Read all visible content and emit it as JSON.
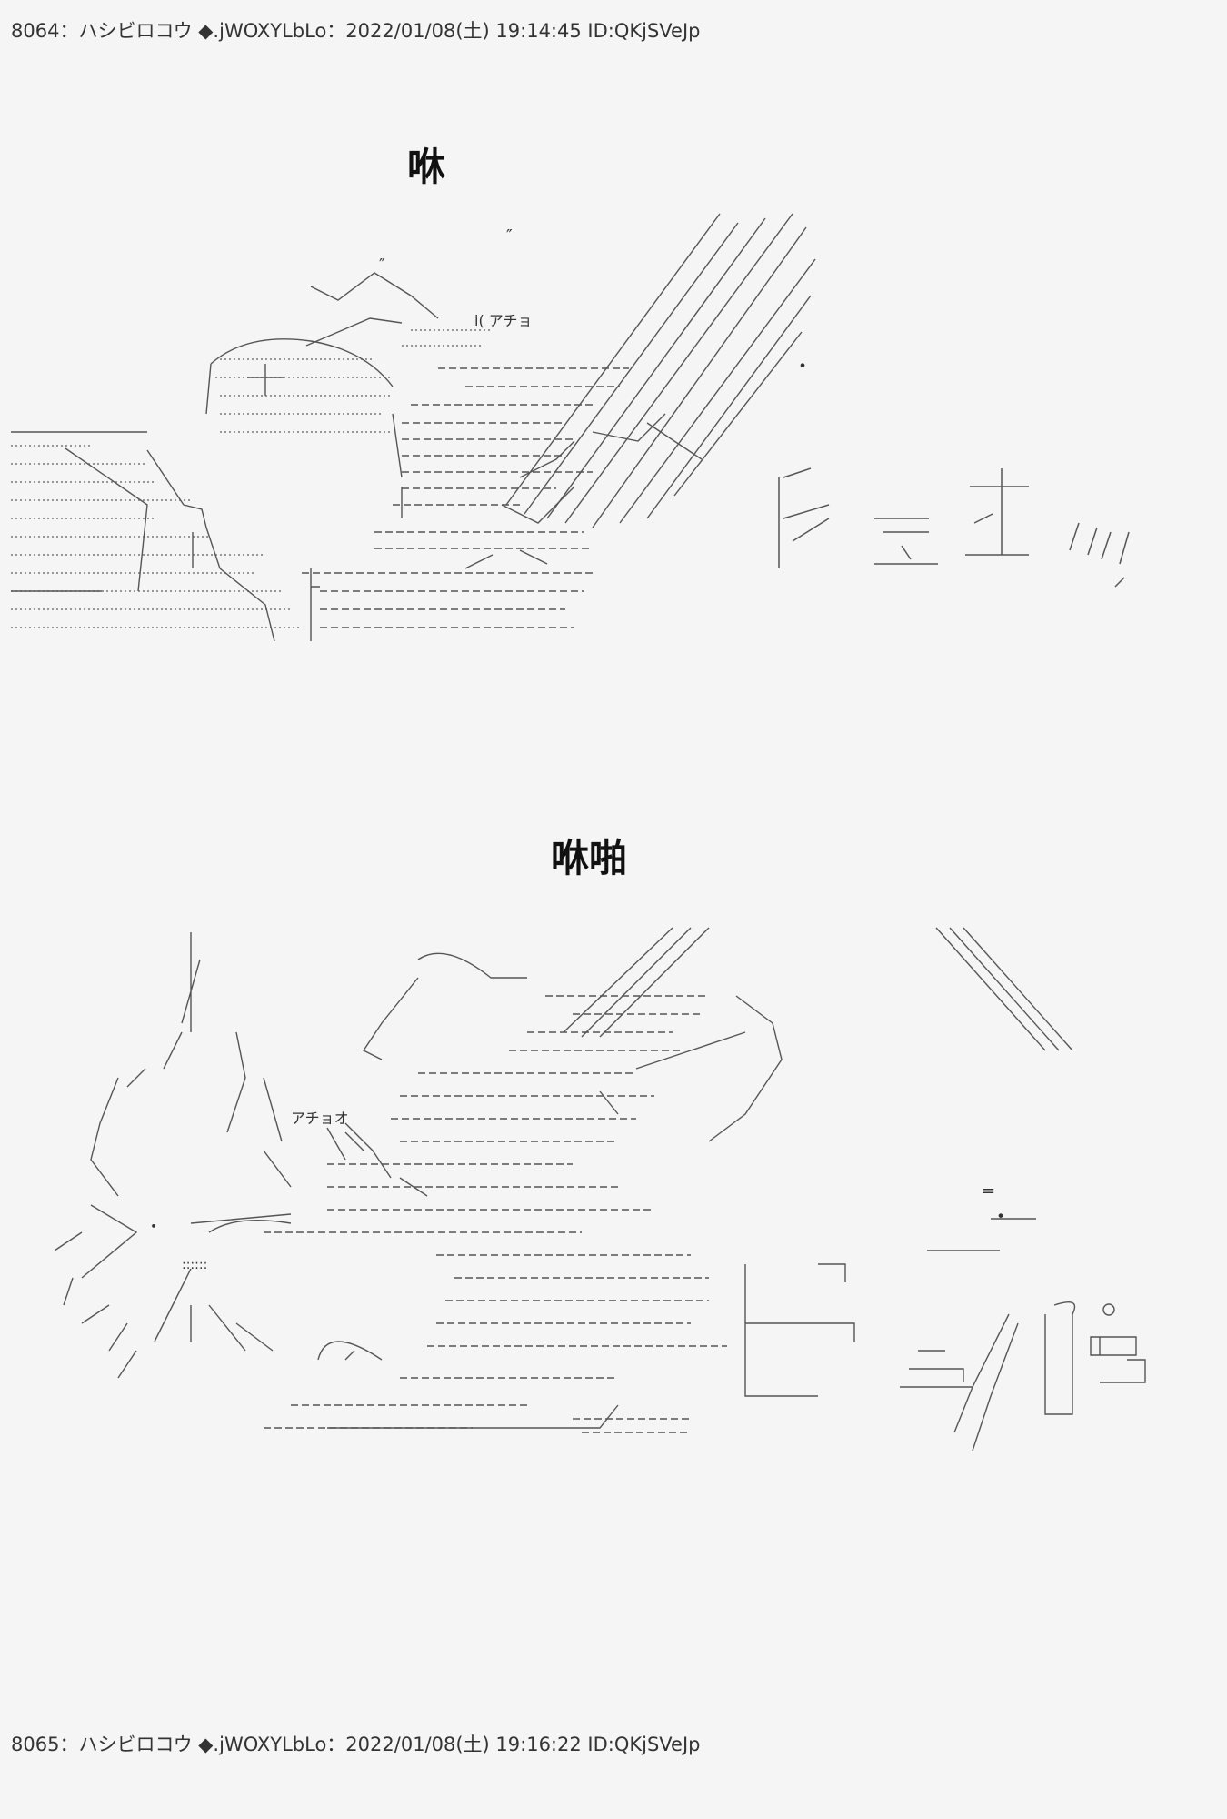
{
  "posts": [
    {
      "header": "8064：ハシビロコウ ◆.jWOXYLbLo：2022/01/08(土) 19:14:45 ID:QKjSVeJp",
      "caption": "咻"
    },
    {
      "header": "8065：ハシビロコウ ◆.jWOXYLbLo：2022/01/08(土) 19:16:22 ID:QKjSVeJp"
    }
  ],
  "second_caption": "咻啪",
  "art_labels": {
    "a1": "i( アチョ",
    "a2": "アチョオ"
  },
  "colors": {
    "background": "#f5f5f5",
    "ink": "#333333"
  }
}
